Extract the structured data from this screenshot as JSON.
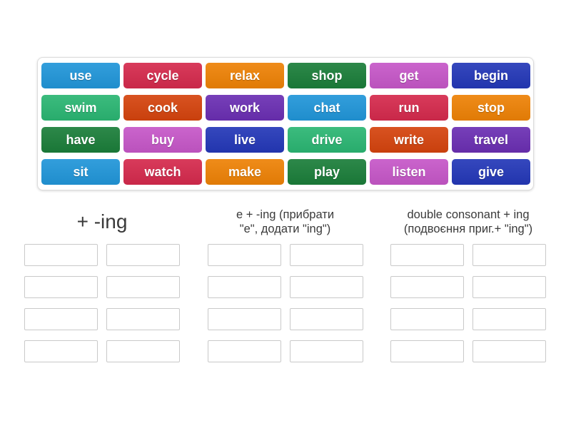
{
  "page": {
    "background_color": "#ffffff",
    "activity_type": "group-sort"
  },
  "bank": {
    "tiles": [
      {
        "label": "use",
        "color": "#2196d9"
      },
      {
        "label": "cycle",
        "color": "#d52a4d"
      },
      {
        "label": "relax",
        "color": "#ee8206"
      },
      {
        "label": "shop",
        "color": "#1b7e3a"
      },
      {
        "label": "get",
        "color": "#c657c8"
      },
      {
        "label": "begin",
        "color": "#2438b8"
      },
      {
        "label": "swim",
        "color": "#2bb673"
      },
      {
        "label": "cook",
        "color": "#d5440e"
      },
      {
        "label": "work",
        "color": "#6b2fb3"
      },
      {
        "label": "chat",
        "color": "#2196d9"
      },
      {
        "label": "run",
        "color": "#d52a4d"
      },
      {
        "label": "stop",
        "color": "#ee8206"
      },
      {
        "label": "have",
        "color": "#1b7e3a"
      },
      {
        "label": "buy",
        "color": "#c657c8"
      },
      {
        "label": "live",
        "color": "#2438b8"
      },
      {
        "label": "drive",
        "color": "#2bb673"
      },
      {
        "label": "write",
        "color": "#d5440e"
      },
      {
        "label": "travel",
        "color": "#6b2fb3"
      },
      {
        "label": "sit",
        "color": "#2196d9"
      },
      {
        "label": "watch",
        "color": "#d52a4d"
      },
      {
        "label": "make",
        "color": "#ee8206"
      },
      {
        "label": "play",
        "color": "#1b7e3a"
      },
      {
        "label": "listen",
        "color": "#c657c8"
      },
      {
        "label": "give",
        "color": "#2438b8"
      }
    ]
  },
  "groups": [
    {
      "title_lines": [
        "+ -ing"
      ],
      "slot_count": 8
    },
    {
      "title_lines": [
        "e + -ing (прибрати",
        "\"e\", додати \"ing\")"
      ],
      "slot_count": 8
    },
    {
      "title_lines": [
        "double consonant + ing",
        "(подвоєння приг.+ \"ing\")"
      ],
      "slot_count": 8
    }
  ]
}
